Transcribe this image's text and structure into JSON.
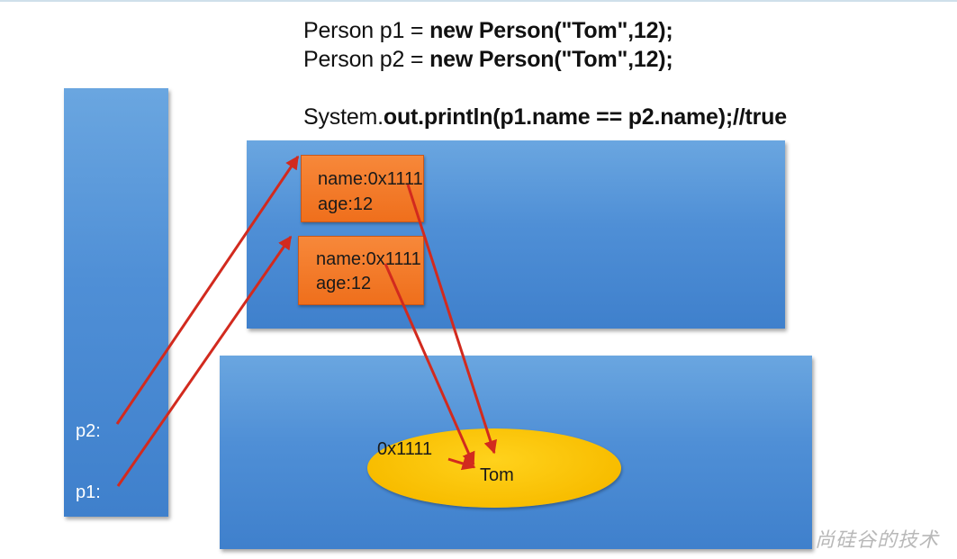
{
  "code": {
    "line1_prefix": "Person p1 = ",
    "line1_bold": "new Person(\"Tom\",12);",
    "line2_prefix": "Person p2 = ",
    "line2_bold": "new Person(\"Tom\",12);",
    "line3_prefix": "System.",
    "line3_bold": "out.println(p1.name == p2.name);//true"
  },
  "stack": {
    "p2_label": "p2:",
    "p1_label": "p1:"
  },
  "heap": {
    "object_p2": {
      "name_field": "name:0x1111",
      "age_field": "age:12"
    },
    "object_p1": {
      "name_field": "name:0x1111",
      "age_field": "age:12"
    }
  },
  "string_pool": {
    "address": "0x1111",
    "value": "Tom"
  },
  "watermark": "尚硅谷的技术",
  "colors": {
    "panel_blue": "#4f8fd6",
    "object_orange": "#f07a2a",
    "string_yellow": "#f8bd00",
    "arrow_red": "#d22a1e"
  }
}
